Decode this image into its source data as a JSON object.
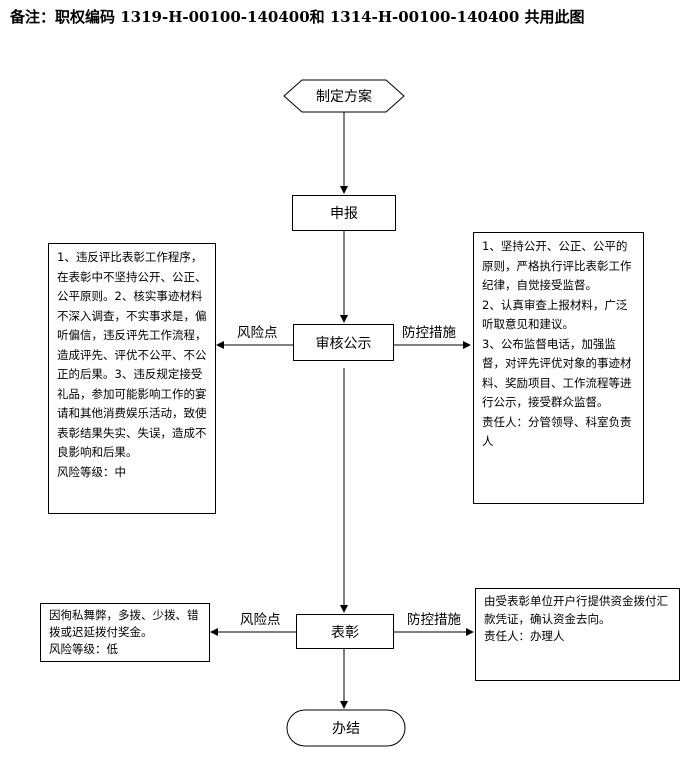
{
  "header": {
    "text": "备注：职权编码 1319-H-00100-140400和 1314-H-00100-140400 共用此图"
  },
  "nodes": {
    "start": "制定方案",
    "apply": "申报",
    "review": "审核公示",
    "commend": "表彰",
    "end": "办结"
  },
  "labels": {
    "risk_point_1": "风险点",
    "control_1": "防控措施",
    "risk_point_2": "风险点",
    "control_2": "防控措施"
  },
  "notes": {
    "risk_review": {
      "text": "1、违反评比表彰工作程序，在表彰中不坚持公开、公正、公平原则。2、核实事迹材料不深入调查，不实事求是，偏听偏信，违反评先工作流程，造成评先、评优不公平、不公正的后果。3、违反规定接受礼品，参加可能影响工作的宴请和其他消费娱乐活动，致使表彰结果失实、失误，造成不良影响和后果。",
      "level": "风险等级：中"
    },
    "control_review": {
      "items": [
        "1、坚持公开、公正、公平的原则，严格执行评比表彰工作纪律，自觉接受监督。",
        "2、认真审查上报材料，广泛听取意见和建议。",
        "3、公布监督电话，加强监督，对评先评优对象的事迹材料、奖励项目、工作流程等进行公示，接受群众监督。"
      ],
      "responsible": "责任人：分管领导、科室负责人"
    },
    "risk_commend": {
      "text": "因徇私舞弊，多拨、少拨、错拨或迟延拨付奖金。",
      "level": "风险等级：低"
    },
    "control_commend": {
      "text": "由受表彰单位开户行提供资金拨付汇款凭证，确认资金去向。",
      "responsible": "责任人：办理人"
    }
  }
}
